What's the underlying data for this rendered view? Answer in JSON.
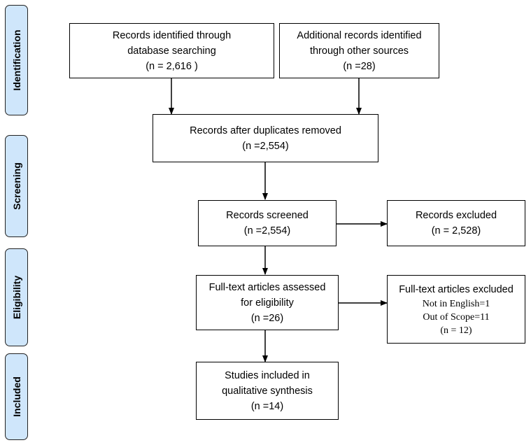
{
  "phases": {
    "identification": "Identification",
    "screening": "Screening",
    "eligibility": "Eligibility",
    "included": "Included"
  },
  "boxes": {
    "database": {
      "line1": "Records identified through",
      "line2": "database searching",
      "line3": "(n = 2,616 )"
    },
    "other_sources": {
      "line1": "Additional records identified",
      "line2": "through other sources",
      "line3": "(n =28)"
    },
    "duplicates_removed": {
      "line1": "Records after duplicates removed",
      "line2": "(n =2,554)"
    },
    "screened": {
      "line1": "Records screened",
      "line2": "(n =2,554)"
    },
    "excluded": {
      "line1": "Records excluded",
      "line2": "(n = 2,528)"
    },
    "fulltext_assessed": {
      "line1": "Full-text articles assessed",
      "line2": "for eligibility",
      "line3": "(n =26)"
    },
    "fulltext_excluded": {
      "title": "Full-text articles excluded",
      "reason1": "Not in English=1",
      "reason2": "Out of Scope=11",
      "total": "(n = 12)"
    },
    "included": {
      "line1": "Studies included in",
      "line2": "qualitative synthesis",
      "line3": "(n =14)"
    }
  }
}
